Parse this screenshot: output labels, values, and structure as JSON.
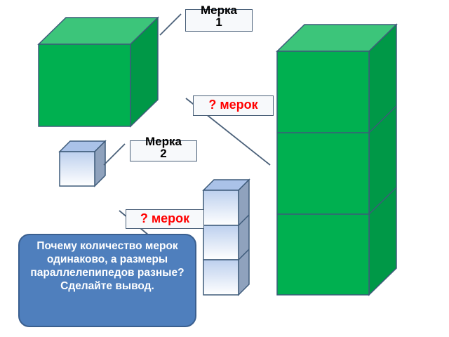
{
  "labels": {
    "measure1_line1": "Мерка",
    "measure1_line2": "1",
    "measure2_line1": "Мерка",
    "measure2_line2": "2",
    "question_large": "? мерок",
    "question_small": "? мерок"
  },
  "callout": {
    "text": "Почему количество мерок одинаково, а размеры параллелепипедов разные?  Сделайте вывод."
  },
  "colors": {
    "green_front": "#00b050",
    "green_top": "#3cc57a",
    "green_side": "#009847",
    "blue_front_top": "#bdd0ee",
    "blue_front_bottom": "#ffffff",
    "blue_top": "#aac2e8",
    "blue_side": "#8fa2bd",
    "edge": "#3e5b7a",
    "question": "#ff0000",
    "callout_fill": "#4f7fbd"
  }
}
